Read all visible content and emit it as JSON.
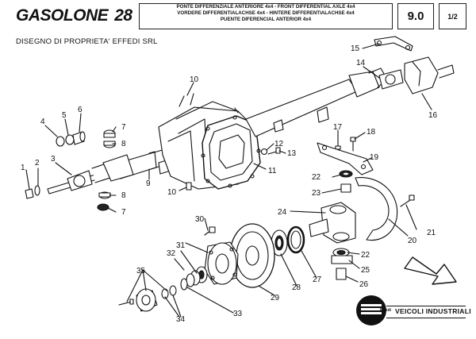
{
  "header": {
    "brand": "GASOLONE",
    "model": "28",
    "title_lines": [
      "PONTE DIFFERENZIALE ANTERIORE 4x4 - FRONT DIFFERENTIAL AXLE 4x4",
      "VORDERE DIFFERENTIALACHSE 4x4 - HINTERE DIFFERENTIALACHSE 4x4",
      "PUENTE DIFERENCIAL ANTERIOR 4x4"
    ],
    "page": "9.0",
    "sheet": "1/2"
  },
  "owner_text": "DISEGNO DI PROPRIETA' EFFEDI SRL",
  "callouts": [
    "1",
    "2",
    "3",
    "4",
    "5",
    "6",
    "7",
    "8",
    "8",
    "7",
    "9",
    "10",
    "10",
    "11",
    "12",
    "13",
    "14",
    "15",
    "16",
    "17",
    "18",
    "19",
    "20",
    "21",
    "22",
    "22",
    "23",
    "24",
    "25",
    "26",
    "27",
    "28",
    "29",
    "30",
    "31",
    "32",
    "33",
    "34",
    "35"
  ],
  "logo": {
    "mark_text": "Effedi",
    "company": "VEICOLI INDUSTRIALI"
  }
}
